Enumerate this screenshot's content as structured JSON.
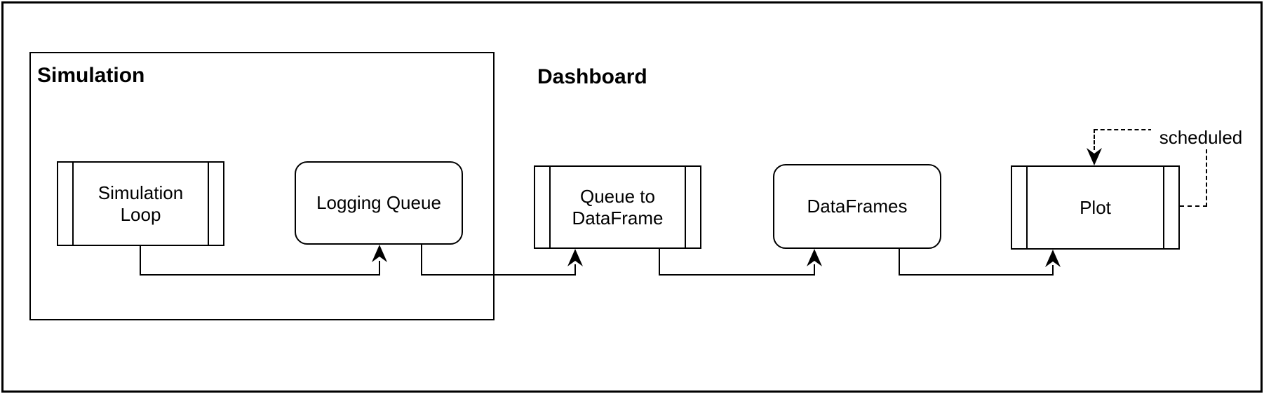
{
  "canvas": {
    "background": "#ffffff",
    "line_color": "#000000",
    "text_color": "#000000"
  },
  "groups": {
    "simulation": {
      "label": "Simulation"
    },
    "dashboard": {
      "label": "Dashboard"
    }
  },
  "nodes": {
    "simulation_loop": {
      "shape": "process",
      "lines": [
        "Simulation",
        "Loop"
      ]
    },
    "logging_queue": {
      "shape": "rounded",
      "lines": [
        "Logging Queue"
      ]
    },
    "queue_to_dataframe": {
      "shape": "process",
      "lines": [
        "Queue to",
        "DataFrame"
      ]
    },
    "dataframes": {
      "shape": "rounded",
      "lines": [
        "DataFrames"
      ]
    },
    "plot": {
      "shape": "process",
      "lines": [
        "Plot"
      ]
    }
  },
  "edges": {
    "scheduled_label": "scheduled",
    "list": [
      {
        "from": "simulation_loop",
        "to": "logging_queue",
        "style": "solid"
      },
      {
        "from": "logging_queue",
        "to": "queue_to_dataframe",
        "style": "solid"
      },
      {
        "from": "queue_to_dataframe",
        "to": "dataframes",
        "style": "solid"
      },
      {
        "from": "dataframes",
        "to": "plot",
        "style": "solid"
      },
      {
        "from": "plot",
        "to": "plot",
        "style": "dashed",
        "label": "scheduled"
      }
    ]
  }
}
